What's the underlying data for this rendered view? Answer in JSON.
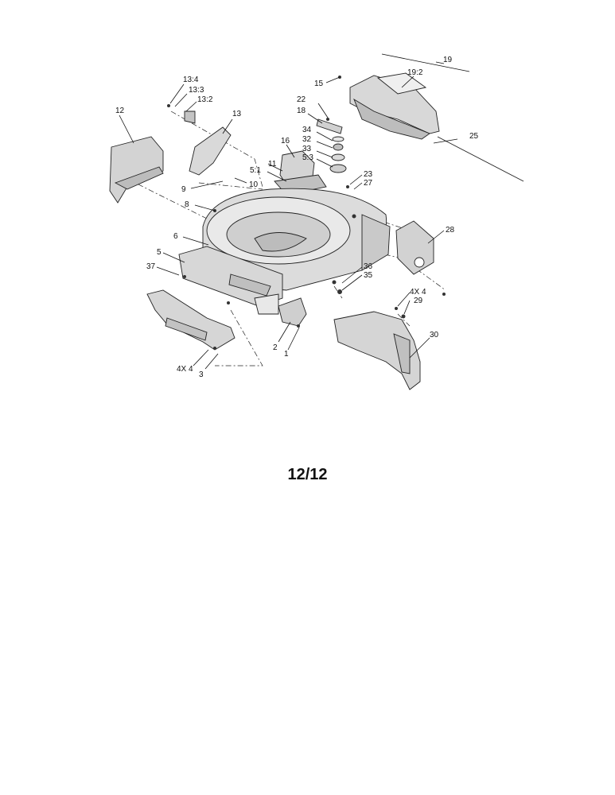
{
  "page_number": "12/12",
  "callouts": {
    "c19": "19",
    "c19_2": "19:2",
    "c15": "15",
    "c22": "22",
    "c18": "18",
    "c34": "34",
    "c32": "32",
    "c33": "33",
    "c5_3": "5:3",
    "c25": "25",
    "c13_4": "13:4",
    "c13_3": "13:3",
    "c13_2": "13:2",
    "c12": "12",
    "c13": "13",
    "c16": "16",
    "c11": "11",
    "c5_1": "5:1",
    "c23": "23",
    "c27": "27",
    "c9": "9",
    "c10": "10",
    "c8": "8",
    "c28": "28",
    "c6": "6",
    "c5": "5",
    "c37": "37",
    "c36": "36",
    "c35": "35",
    "c4x4_right": "4X 4",
    "c29": "29",
    "c30": "30",
    "c2": "2",
    "c1": "1",
    "c4x4_left": "4X 4",
    "c3": "3"
  }
}
